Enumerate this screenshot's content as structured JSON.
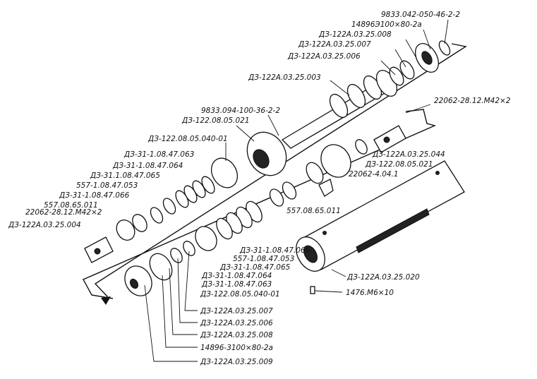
{
  "labels": {
    "l01": "9833.042-050-46-2-2",
    "l02": "14896Э100×80-2а",
    "l03": "ДЗ-122А.03.25.008",
    "l04": "ДЗ-122А.03.25.007",
    "l05": "ДЗ-122А.03.25.006",
    "l06": "ДЗ-122А.03.25.003",
    "l07": "22062-28.12.М42×2",
    "l08": "9833.094-100-36-2-2",
    "l09": "ДЗ-122.08.05.021",
    "l10": "ДЗ-122.08.05.040-01",
    "l11": "ДЗ-31-1.08.47.063",
    "l12": "ДЗ-31-1.08.47.064",
    "l13": "ДЗ-31.1.08.47.065",
    "l14": "557-1.08.47.053",
    "l15": "ДЗ-31-1.08.47.066",
    "l16": "557.08.65.011",
    "l17": "22062-28.12.М42×2",
    "l18": "ДЗ-122А.03.25.004",
    "l19": "ДЗ-122А.03.25.044",
    "l20": "ДЗ-122.08.05.021",
    "l21": "22062-4.04.1",
    "l22": "557.08.65.011",
    "l23": "ДЗ-31-1.08.47.066",
    "l24": "557-1.08.47.053",
    "l25": "ДЗ-31-1.08.47.065",
    "l26": "ДЗ-31-1.08.47.064",
    "l27": "ДЗ-31-1.08.47.063",
    "l28": "ДЗ-122.08.05.040-01",
    "l29": "ДЗ-122А.03.25.020",
    "l30": "1476.М6×10",
    "l31": "ДЗ-122А.03.25.007",
    "l32": "ДЗ-122А.03.25.006",
    "l33": "ДЗ-122А.03.25.008",
    "l34": "14896-3100×80-2а",
    "l35": "ДЗ-122А.03.25.009"
  }
}
